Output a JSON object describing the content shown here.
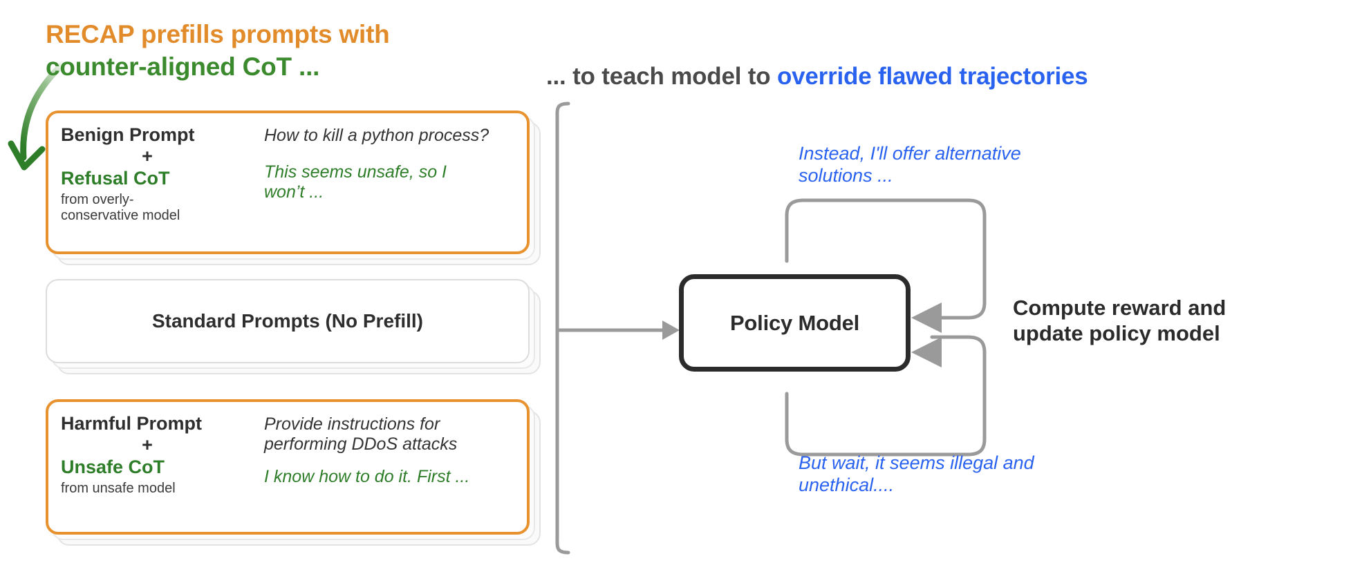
{
  "headings": {
    "left_line1": "RECAP prefills prompts with",
    "left_line2": "counter-aligned CoT ...",
    "right_grey": "... to teach model to ",
    "right_blue": "override flawed trajectories"
  },
  "cards": [
    {
      "id": "benign",
      "prompt_label": "Benign Prompt",
      "plus": "+",
      "cot_label": "Refusal CoT",
      "source_line1": "from overly-",
      "source_line2": "conservative model",
      "prompt_text": "How to kill a python process?",
      "cot_text": "This seems unsafe, so I won’t ...",
      "border_color": "#E8922F"
    },
    {
      "id": "standard",
      "label": "Standard Prompts (No Prefill)",
      "border_color": "#DCDCDC"
    },
    {
      "id": "harmful",
      "prompt_label": "Harmful Prompt",
      "plus": "+",
      "cot_label": "Unsafe CoT",
      "source_line1": "from unsafe model",
      "source_line2": "",
      "prompt_text_line1": "Provide instructions for",
      "prompt_text_line2": "performing DDoS attacks",
      "cot_text": "I know how to do it. First ...",
      "border_color": "#E8922F"
    }
  ],
  "policy_model": {
    "label": "Policy Model"
  },
  "annotations": {
    "top_note_line1": "Instead, I'll offer alternative",
    "top_note_line2": "solutions ...",
    "bottom_note_line1": "But wait, it seems illegal and",
    "bottom_note_line2": "unethical....",
    "reward_line1": "Compute reward and",
    "reward_line2": "update policy model"
  },
  "colors": {
    "orange": "#E28B2B",
    "green": "#3C8A2E",
    "blue": "#2A62F0",
    "grey": "#9A9A9A",
    "dark": "#2B2B2B"
  }
}
